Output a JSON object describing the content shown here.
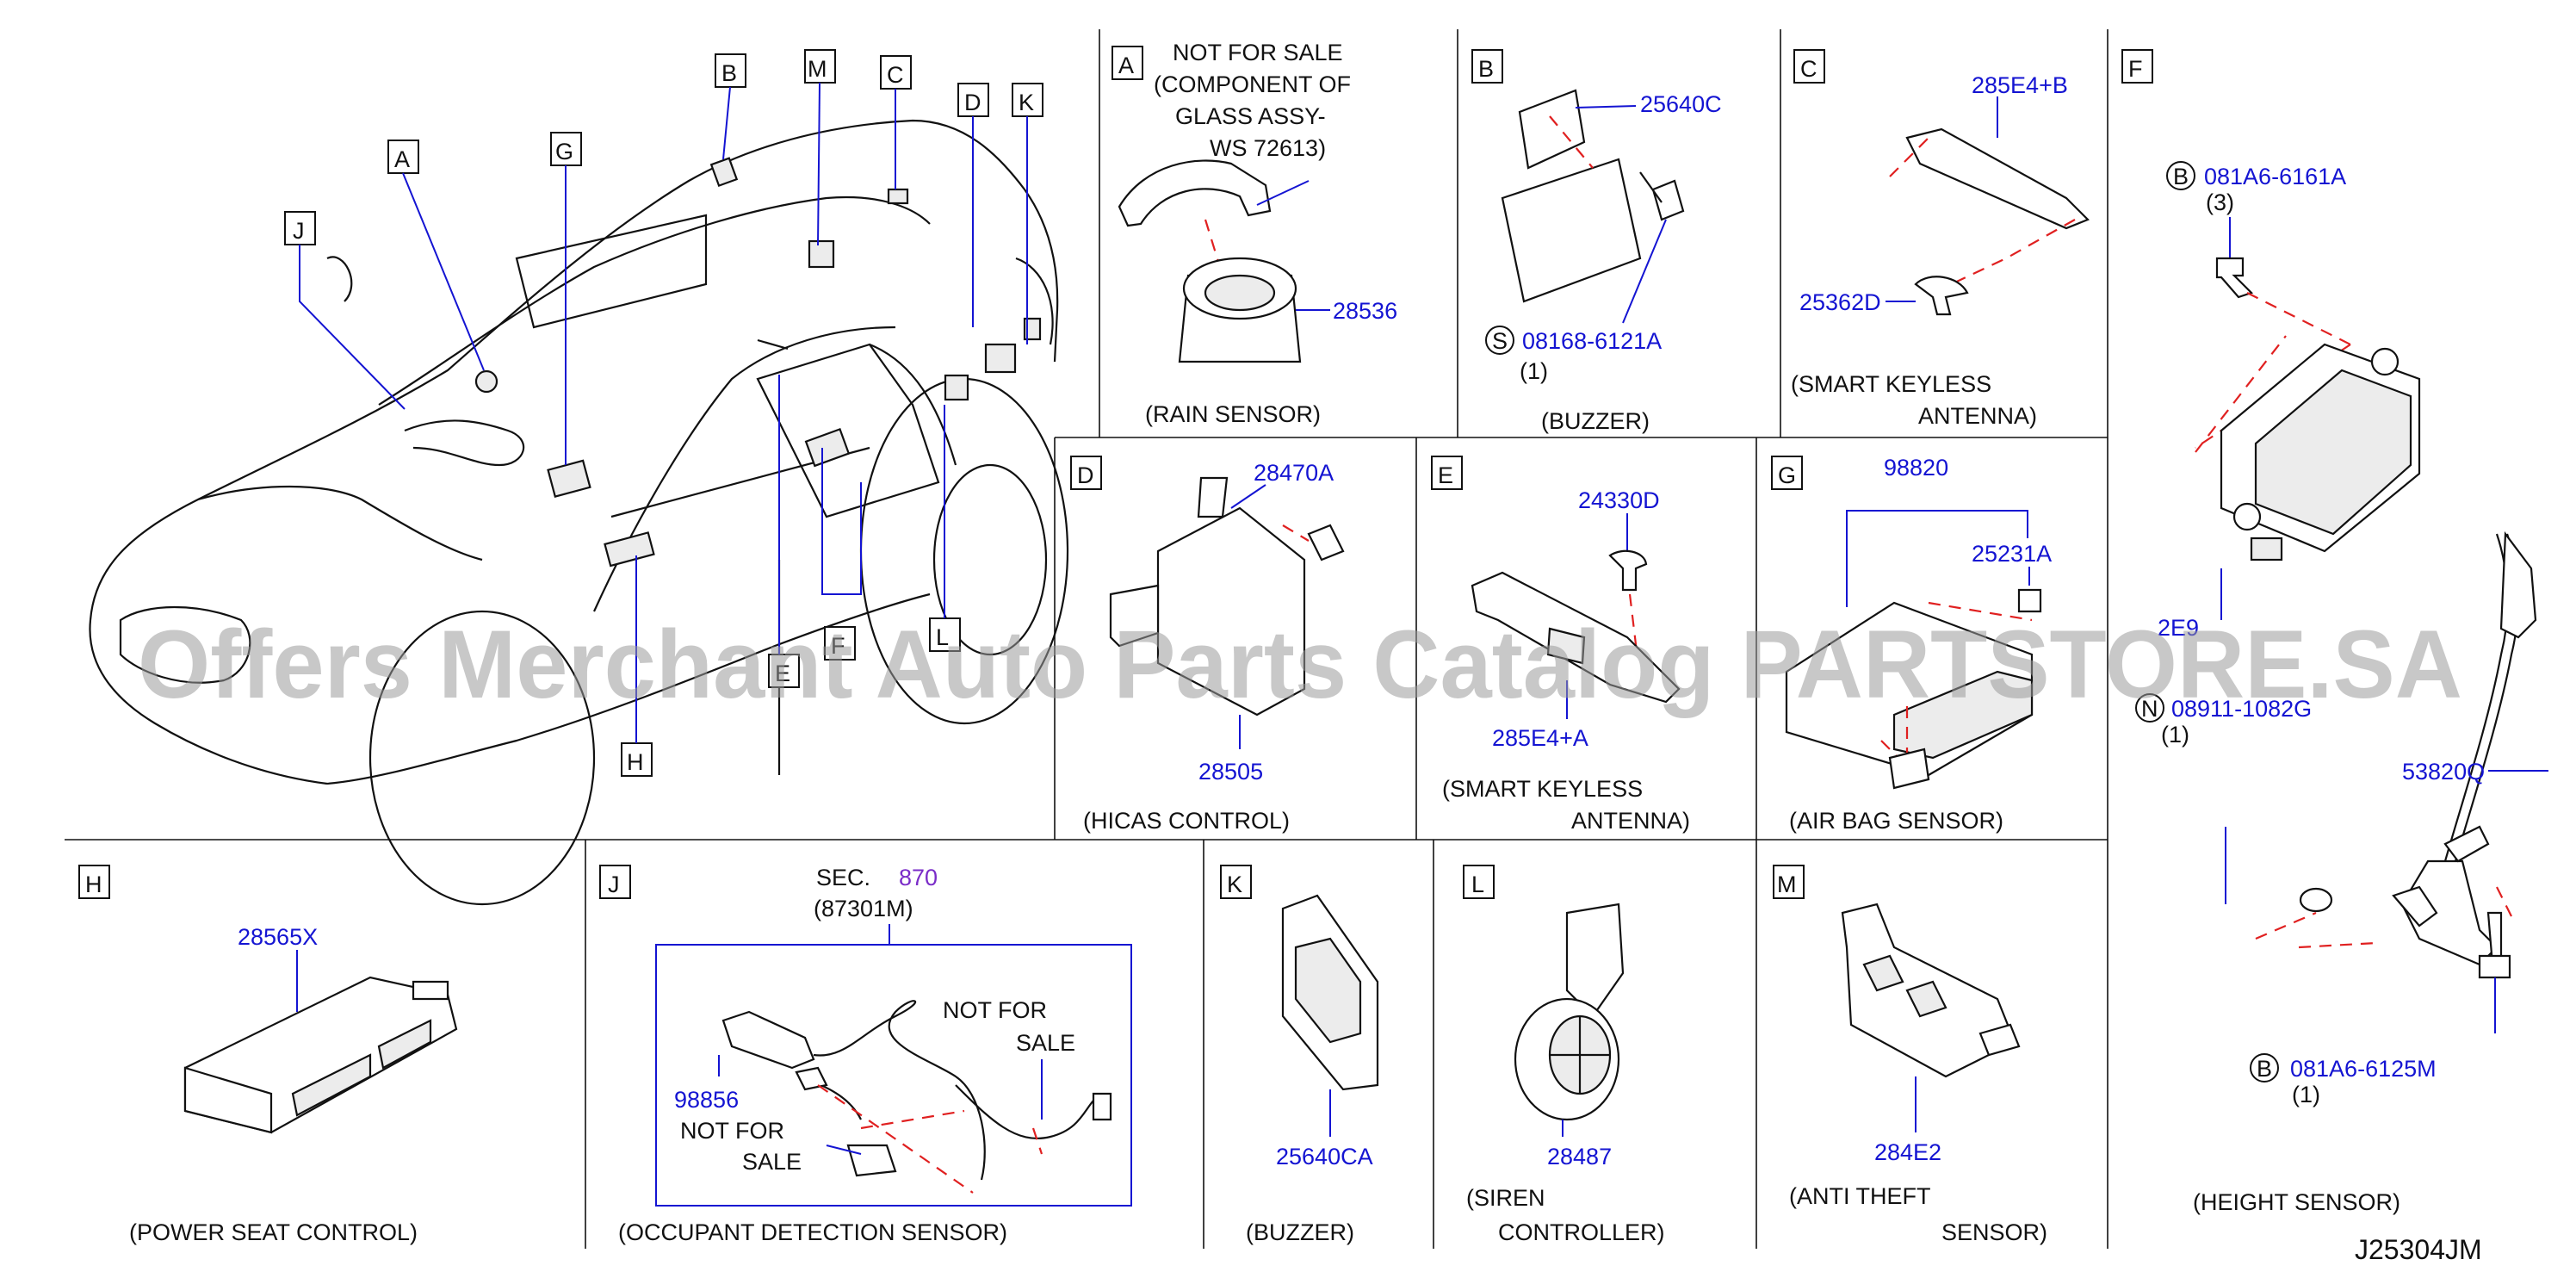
{
  "watermark": "Offers Merchant Auto Parts Catalog PARTSTORE.SA",
  "drawing_id": "J25304JM",
  "overview_callouts": [
    "A",
    "B",
    "C",
    "D",
    "E",
    "F",
    "G",
    "H",
    "J",
    "K",
    "L",
    "M"
  ],
  "panels": {
    "A": {
      "letter": "A",
      "note_lines": [
        "NOT  FOR  SALE",
        "(COMPONENT  OF",
        "GLASS  ASSY-",
        "WS  72613)"
      ],
      "parts": [
        "28536"
      ],
      "title": "(RAIN  SENSOR)"
    },
    "B": {
      "letter": "B",
      "parts": [
        "25640C",
        "08168-6121A"
      ],
      "qty": "(1)",
      "circle": "S",
      "title": "(BUZZER)"
    },
    "C": {
      "letter": "C",
      "parts": [
        "285E4+B",
        "25362D"
      ],
      "title_lines": [
        "(SMART  KEYLESS",
        "ANTENNA)"
      ]
    },
    "D": {
      "letter": "D",
      "parts": [
        "28470A",
        "28505"
      ],
      "title": "(HICAS  CONTROL)"
    },
    "E": {
      "letter": "E",
      "parts": [
        "24330D",
        "285E4+A"
      ],
      "title_lines": [
        "(SMART  KEYLESS",
        "ANTENNA)"
      ]
    },
    "F": {
      "letter": "F",
      "parts": [
        "081A6-6161A",
        "2E9",
        "08911-1082G",
        "53820Q",
        "081A6-6125M"
      ],
      "qtys": [
        "(3)",
        "(1)",
        "(1)"
      ],
      "circles": [
        "B",
        "N",
        "B"
      ],
      "title": "(HEIGHT  SENSOR)"
    },
    "G": {
      "letter": "G",
      "parts": [
        "98820",
        "25231A"
      ],
      "title": "(AIR  BAG  SENSOR)"
    },
    "H": {
      "letter": "H",
      "parts": [
        "28565X"
      ],
      "title": "(POWER  SEAT  CONTROL)"
    },
    "J": {
      "letter": "J",
      "sec_label": "SEC.",
      "sec_num": "870",
      "sec_part": "(87301M)",
      "parts": [
        "98856"
      ],
      "nfs_right": [
        "NOT  FOR",
        "SALE"
      ],
      "nfs_left": [
        "NOT  FOR",
        "SALE"
      ],
      "title": "(OCCUPANT  DETECTION  SENSOR)"
    },
    "K": {
      "letter": "K",
      "parts": [
        "25640CA"
      ],
      "title": "(BUZZER)"
    },
    "L": {
      "letter": "L",
      "parts": [
        "28487"
      ],
      "title_lines": [
        "(SIREN",
        "CONTROLLER)"
      ]
    },
    "M": {
      "letter": "M",
      "parts": [
        "284E2"
      ],
      "title_lines": [
        "(ANTI  THEFT",
        "SENSOR)"
      ]
    }
  },
  "colors": {
    "part_number": "#1414d2",
    "section_number": "#7a2cc8",
    "leader_dashed": "#e02020",
    "watermark": "#9a9a9a"
  }
}
